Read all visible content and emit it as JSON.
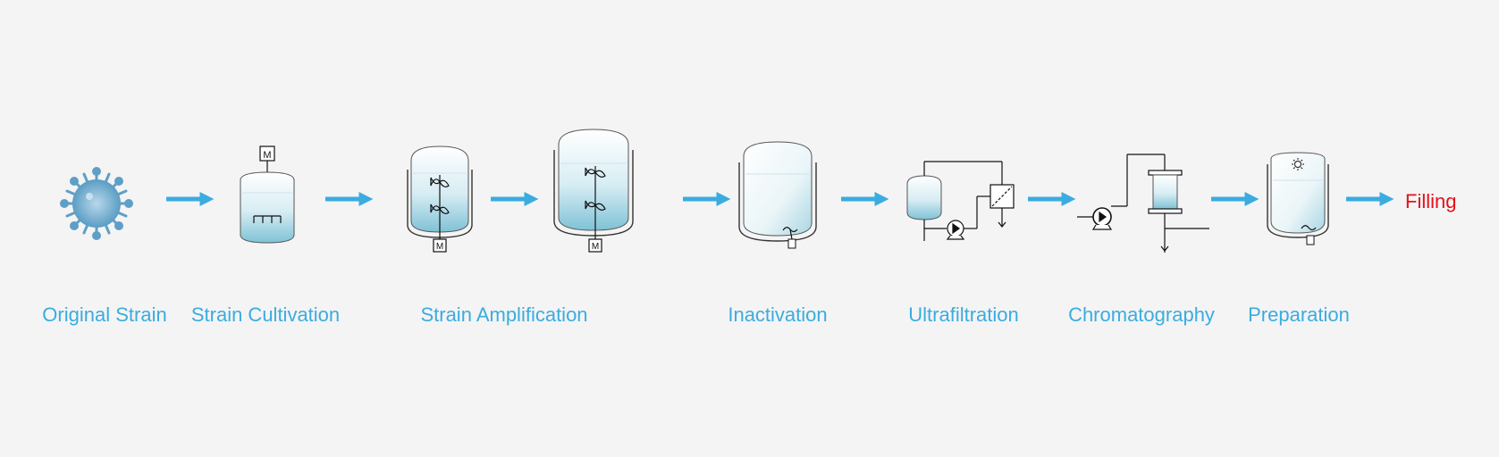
{
  "steps": [
    {
      "label": "Original Strain"
    },
    {
      "label": "Strain Cultivation"
    },
    {
      "label": "Strain Amplification"
    },
    {
      "label": "Inactivation"
    },
    {
      "label": "Ultrafiltration"
    },
    {
      "label": "Chromatography"
    },
    {
      "label": "Preparation"
    }
  ],
  "final_step": "Filling",
  "motor_label": "M",
  "colors": {
    "background": "#f4f4f4",
    "label": "#3aace0",
    "arrow": "#3aace0",
    "final": "#e3101b",
    "liquid": "#8fcbdc"
  }
}
